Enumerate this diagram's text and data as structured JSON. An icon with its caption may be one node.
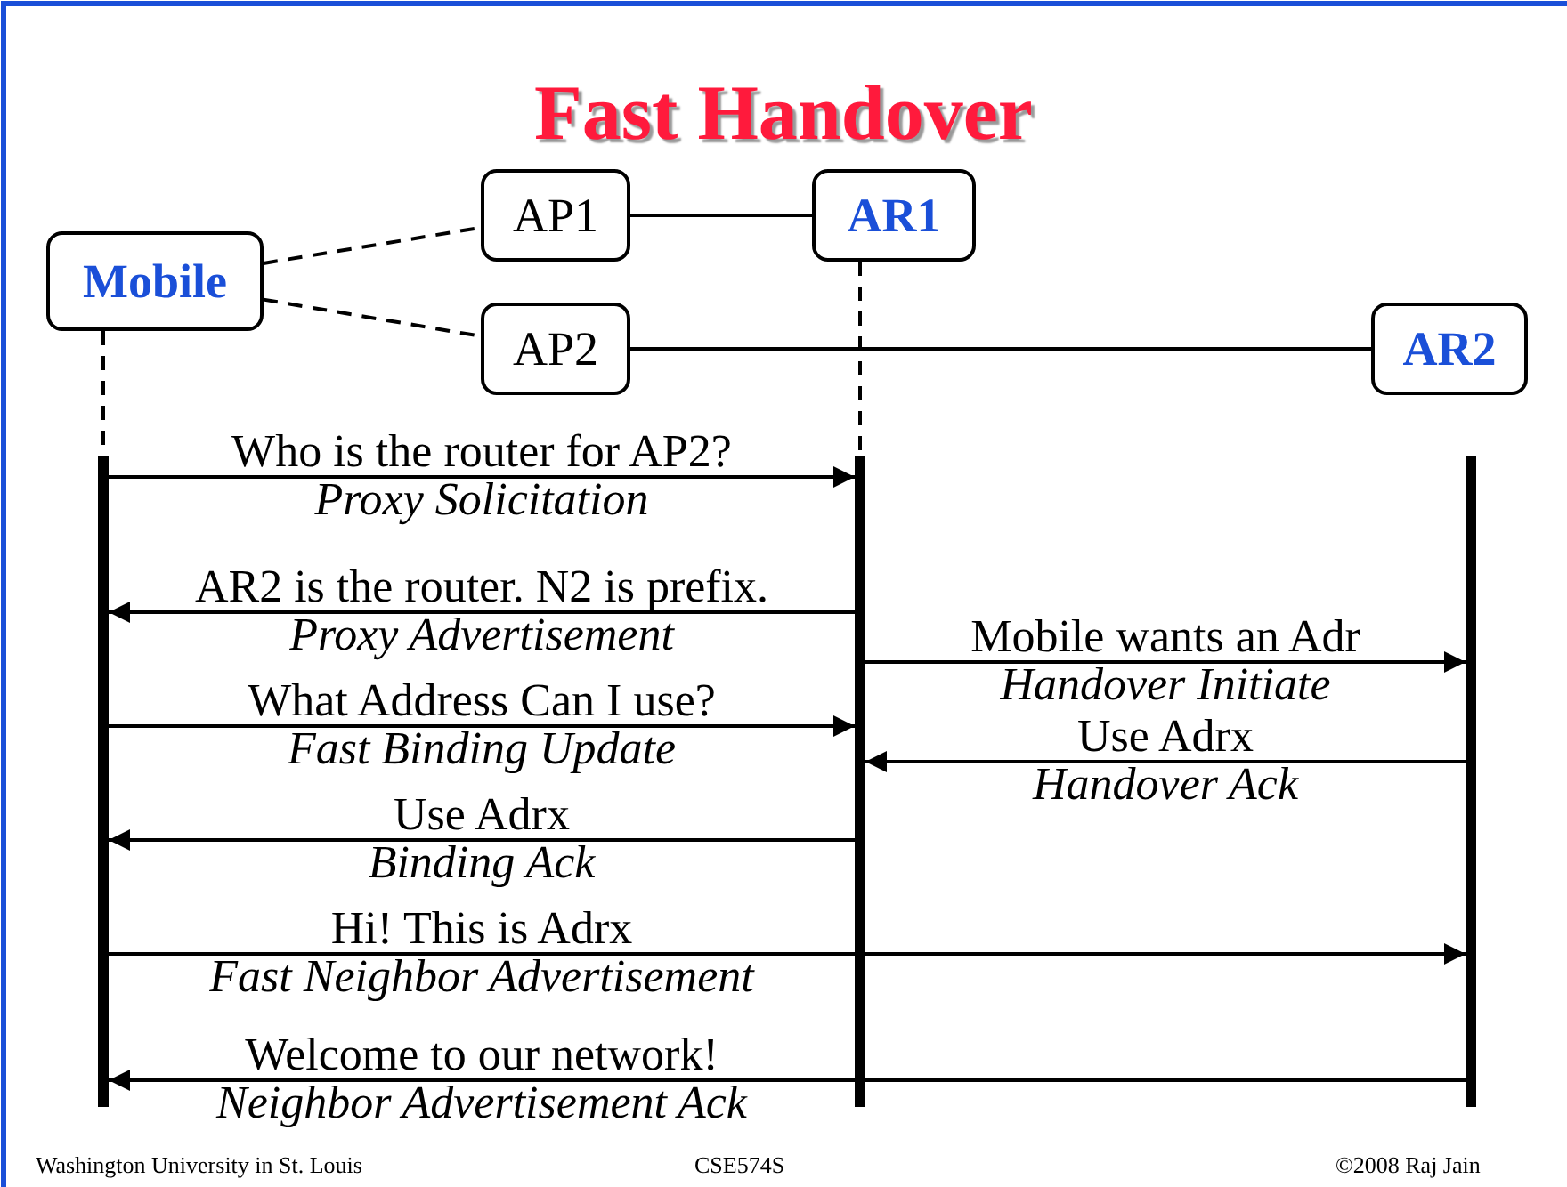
{
  "diagram": {
    "title": "Fast Handover",
    "nodes": [
      {
        "text": [
          "Mobile"
        ]
      },
      {
        "text": [
          "AP1"
        ]
      },
      {
        "text": [
          "AR1"
        ]
      },
      {
        "text": [
          "AP2"
        ]
      },
      {
        "text": [
          "AR2"
        ]
      },
      {
        "text": [],
        "shape": "bar"
      },
      {
        "text": [],
        "shape": "bar"
      },
      {
        "text": [],
        "shape": "bar"
      }
    ],
    "edges": [
      {
        "from": 0,
        "to": 1,
        "arrow": "none",
        "style": "dashed"
      },
      {
        "from": 0,
        "to": 3,
        "arrow": "none",
        "style": "dashed"
      },
      {
        "from": 1,
        "to": 2,
        "arrow": "none"
      },
      {
        "from": 3,
        "to": 4,
        "arrow": "none"
      },
      {
        "from": 0,
        "to": 5,
        "arrow": "none",
        "style": "dashed"
      },
      {
        "from": 2,
        "to": 6,
        "arrow": "none",
        "style": "dashed"
      },
      {
        "from": 5,
        "to": 6,
        "arrow": "to",
        "label": "Who is the router for AP2? *Proxy Solicitation*"
      },
      {
        "from": 6,
        "to": 5,
        "arrow": "to",
        "label": "AR2 is the router. N2 is prefix. *Proxy Advertisement*"
      },
      {
        "from": 6,
        "to": 7,
        "arrow": "to",
        "label": "Mobile wants an Adr *Handover Initiate*"
      },
      {
        "from": 5,
        "to": 6,
        "arrow": "to",
        "label": "What Address Can I use? *Fast Binding Update*"
      },
      {
        "from": 7,
        "to": 6,
        "arrow": "to",
        "label": "Use Adrx *Handover Ack*"
      },
      {
        "from": 6,
        "to": 5,
        "arrow": "to",
        "label": "Use Adrx *Binding Ack*"
      },
      {
        "from": 5,
        "to": 7,
        "arrow": "to",
        "label": "Hi! This is Adrx *Fast Neighbor Advertisement*"
      },
      {
        "from": 7,
        "to": 5,
        "arrow": "to",
        "label": "Welcome to our network! *Neighbor Advertisement Ack*"
      }
    ],
    "labels": [
      "Washington University in St. Louis",
      "CSE574S",
      "©2008 Raj Jain"
    ]
  }
}
